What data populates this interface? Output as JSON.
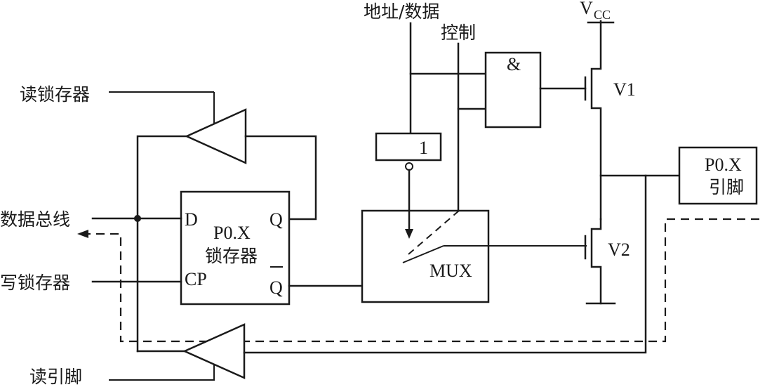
{
  "diagram": {
    "labels": {
      "read_latch": "读锁存器",
      "data_bus": "数据总线",
      "write_latch": "写锁存器",
      "read_pin": "读引脚",
      "addr_data": "地址/数据",
      "control": "控制",
      "vcc": "V",
      "vcc_sub": "CC",
      "and_symbol": "&",
      "v1": "V1",
      "v2": "V2",
      "mux": "MUX",
      "pin_box_line1": "P0.X",
      "pin_box_line2": "引脚",
      "latch_line1": "P0.X",
      "latch_line2": "锁存器",
      "latch_d": "D",
      "latch_cp": "CP",
      "latch_q": "Q",
      "latch_qbar": "Q",
      "inverter_symbol": "1"
    }
  }
}
